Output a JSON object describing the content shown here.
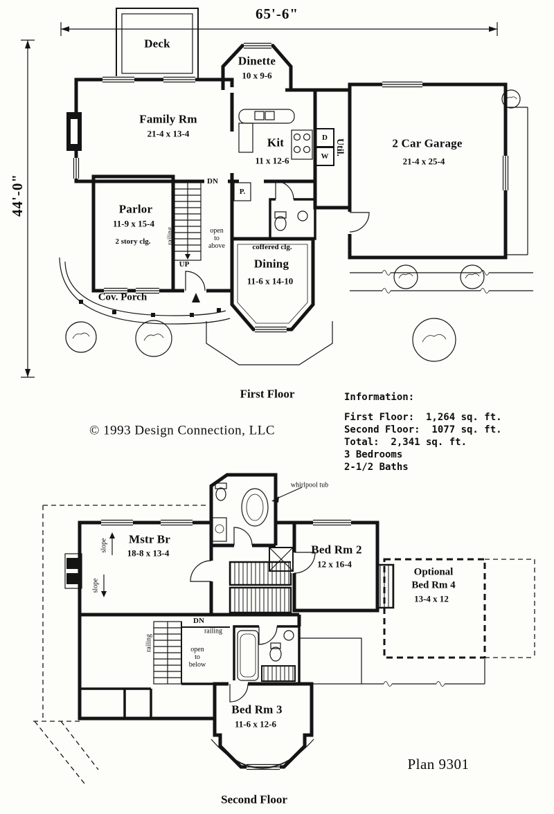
{
  "dimensions": {
    "overall_width": "65'-6\"",
    "overall_depth": "44'-0\""
  },
  "first_floor": {
    "caption": "First Floor",
    "deck": {
      "name": "Deck"
    },
    "dinette": {
      "name": "Dinette",
      "size": "10 x 9-6"
    },
    "family": {
      "name": "Family Rm",
      "size": "21-4 x 13-4"
    },
    "kitchen": {
      "name": "Kit",
      "size": "11 x 12-6"
    },
    "utility": {
      "name": "Util."
    },
    "garage": {
      "name": "2 Car Garage",
      "size": "21-4 x 25-4"
    },
    "parlor": {
      "name": "Parlor",
      "size": "11-9 x 15-4",
      "note": "2 story clg."
    },
    "dining": {
      "name": "Dining",
      "size": "11-6 x 14-10",
      "note": "coffered clg."
    },
    "porch": {
      "name": "Cov. Porch"
    },
    "pantry": "P.",
    "stairs": {
      "dn": "DN",
      "up": "UP",
      "railing": "railing",
      "open_note": "open\nto\nabove"
    },
    "appliances": {
      "dryer": "D",
      "washer": "W"
    }
  },
  "info": {
    "copyright": "© 1993 Design Connection, LLC",
    "heading": "Information:",
    "lines": [
      "First Floor:  1,264 sq. ft.",
      "Second Floor:  1077 sq. ft.",
      "Total:  2,341 sq. ft.",
      "3 Bedrooms",
      "2-1/2 Baths"
    ]
  },
  "second_floor": {
    "caption": "Second Floor",
    "master": {
      "name": "Mstr Br",
      "size": "18-8 x 13-4"
    },
    "bed2": {
      "name": "Bed Rm 2",
      "size": "12 x 16-4"
    },
    "bed4": {
      "line1": "Optional",
      "line2": "Bed Rm 4",
      "size": "13-4 x 12"
    },
    "bed3": {
      "name": "Bed Rm 3",
      "size": "11-6 x 12-6"
    },
    "whirlpool": "whirlpool tub",
    "slope": "slope",
    "stairs": {
      "dn": "DN",
      "railing": "railing",
      "open_note": "open\nto\nbelow"
    }
  },
  "plan_number": "Plan 9301"
}
